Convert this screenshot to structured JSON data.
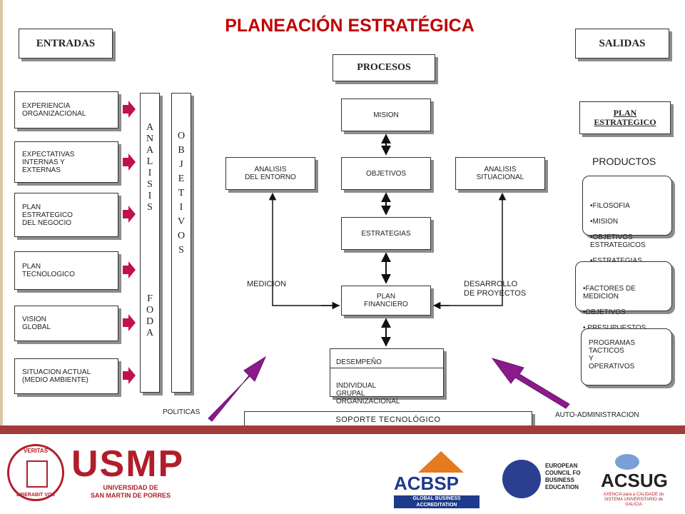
{
  "title": "PLANEACIÓN ESTRATÉGICA",
  "headers": {
    "entradas": "ENTRADAS",
    "salidas": "SALIDAS",
    "procesos": "PROCESOS"
  },
  "inputs": [
    "EXPERIENCIA\nORGANIZACIONAL",
    "EXPECTATIVAS\nINTERNAS Y\nEXTERNAS",
    "PLAN\nESTRATEGICO\nDEL NEGOCIO",
    "PLAN\nTECNOLOGICO",
    "VISION\nGLOBAL",
    "SITUACION ACTUAL\n(MEDIO AMBIENTE)"
  ],
  "vertical_bars": {
    "analisis_foda": [
      "A",
      "N",
      "A",
      "L",
      "I",
      "S",
      "I",
      "S",
      "",
      "",
      "",
      "",
      "F",
      "O",
      "D",
      "A"
    ],
    "objetivos": [
      "O",
      "B",
      "J",
      "E",
      "T",
      "I",
      "V",
      "O",
      "S"
    ]
  },
  "process": {
    "mision": "MISION",
    "objetivos": "OBJETIVOS",
    "estrategias": "ESTRATEGIAS",
    "plan_financiero": "PLAN\nFINANCIERO",
    "analisis_entorno": "ANALISIS\nDEL ENTORNO",
    "analisis_situacional": "ANALISIS\nSITUACIONAL",
    "desempeno_title": "DESEMPEÑO",
    "desempeno_items": "INDIVIDUAL\nGRUPAL\nORGANIZACIONAL",
    "soporte": "SOPORTE  TECNOLÓGICO"
  },
  "labels": {
    "medicion": "MEDICION",
    "desarrollo": "DESARROLLO\nDE PROYECTOS",
    "politicas": "POLITICAS",
    "auto": "AUTO-ADMINISTRACION",
    "productos": "PRODUCTOS"
  },
  "outputs": {
    "plan_estrategico": "PLAN\nESTRATEGICO",
    "group1": [
      "FILOSOFIA",
      "MISION",
      "OBJETIVOS\nESTRATEGICOS",
      "ESTRATEGIAS"
    ],
    "group2": [
      "FACTORES DE\nMEDICION",
      "OBJETIVOS",
      " PRESUPUESTOS"
    ],
    "group3": "PROGRAMAS\nTACTICOS\nY\nOPERATIVOS"
  },
  "footer": {
    "usmp": "USMP",
    "university": "UNIVERSIDAD DE\nSAN MARTIN DE PORRES",
    "seal_top": "VERITAS",
    "seal_bottom": "LIBERABIT VOS",
    "acbsp": "ACBSP",
    "acbsp_sub": "GLOBAL BUSINESS\nACCREDITATION",
    "ecbe": "EUROPEAN\nCOUNCIL FO\nBUSINESS\nEDUCATION",
    "acsug": "ACSUG",
    "acsug_sub": "AXENCIA para a CALIDADE do\nSISTEMA UNIVERSITARIO de\nGALICIA"
  },
  "colors": {
    "title": "#c00000",
    "arrow_red": "#c0124a",
    "arrow_purple": "#8b1a8b",
    "band": "#a23b3b",
    "usmp": "#b01e2a"
  }
}
